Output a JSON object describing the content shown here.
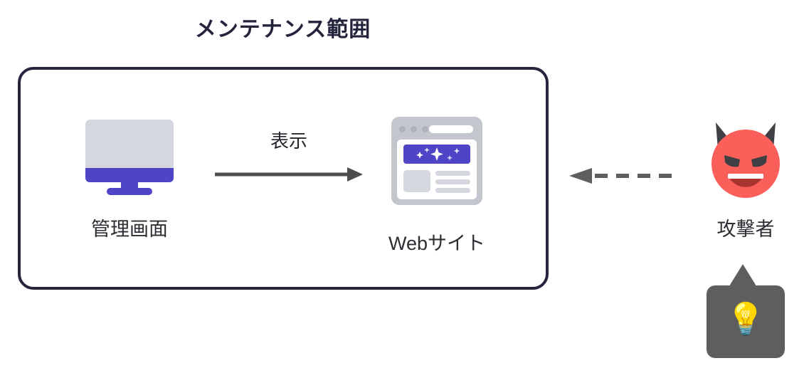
{
  "diagram": {
    "title": "メンテナンス範囲",
    "scope_box": {
      "name": "maintenance-scope-boundary",
      "border_color": "#25253d"
    },
    "nodes": [
      {
        "id": "admin-screen",
        "label": "管理画面",
        "icon": "desktop-monitor-icon",
        "colors": {
          "screen": "#d4d7de",
          "accent": "#5044c6"
        }
      },
      {
        "id": "website",
        "label": "Webサイト",
        "icon": "browser-window-icon",
        "colors": {
          "frame": "#c3c7cd",
          "hero": "#5044c6",
          "placeholder": "#d4d7de"
        }
      },
      {
        "id": "attacker",
        "label": "攻撃者",
        "icon": "devil-face-icon",
        "colors": {
          "face": "#fa5f5a",
          "horns": "#3f4044",
          "mouth": "#a8332f"
        }
      }
    ],
    "connectors": [
      {
        "id": "display-arrow",
        "label": "表示",
        "style": "solid",
        "direction": "right",
        "from": "admin-screen",
        "to": "website",
        "color": "#4d4d4d"
      },
      {
        "id": "attack-arrow",
        "label": "",
        "style": "dashed",
        "direction": "left",
        "from": "attacker",
        "to": "website",
        "color": "#5e5e5e",
        "dash_count": 4
      }
    ],
    "tooltip": {
      "id": "attacker-hint-bubble",
      "icon": "lightbulb-icon",
      "glyph": "💡",
      "background": "#5e5e5e"
    }
  }
}
